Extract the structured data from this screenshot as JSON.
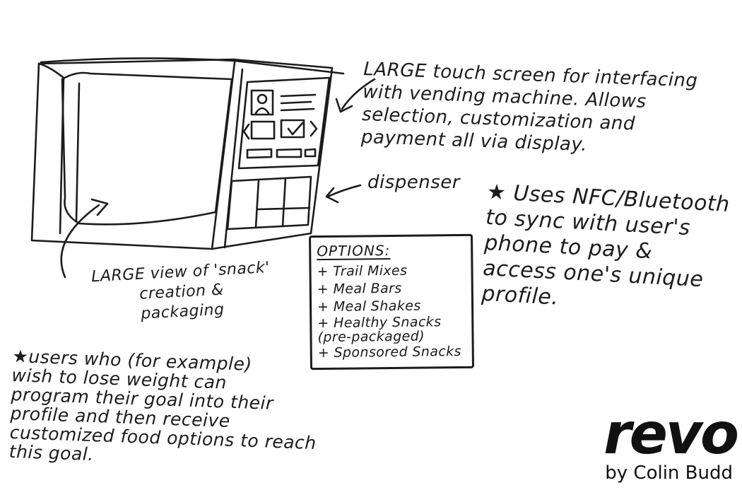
{
  "notes": {
    "screen": "LARGE touch screen for interfacing\nwith vending machine. Allows\nselection, customization and\npayment all via display.",
    "dispenser": "dispenser",
    "nfc": "★ Uses NFC/Bluetooth\nto sync with user's\nphone to pay &\naccess one's unique\nprofile.",
    "large_view": "LARGE view of 'snack'\ncreation &\npackaging",
    "users": "★users who (for example)\nwish to lose weight can\nprogram their goal into their\nprofile and then receive\ncustomized food options to reach\nthis goal."
  },
  "options": {
    "title": "OPTIONS:",
    "items": [
      "+ Trail Mixes",
      "+ Meal Bars",
      "+ Meal Shakes",
      "+ Healthy Snacks\n(pre-packaged)",
      "+ Sponsored Snacks"
    ]
  },
  "logo": {
    "word": "revo",
    "byline": "by Colin Budd"
  },
  "colors": {
    "ink": "#1c1c1c",
    "paper": "#ffffff"
  }
}
